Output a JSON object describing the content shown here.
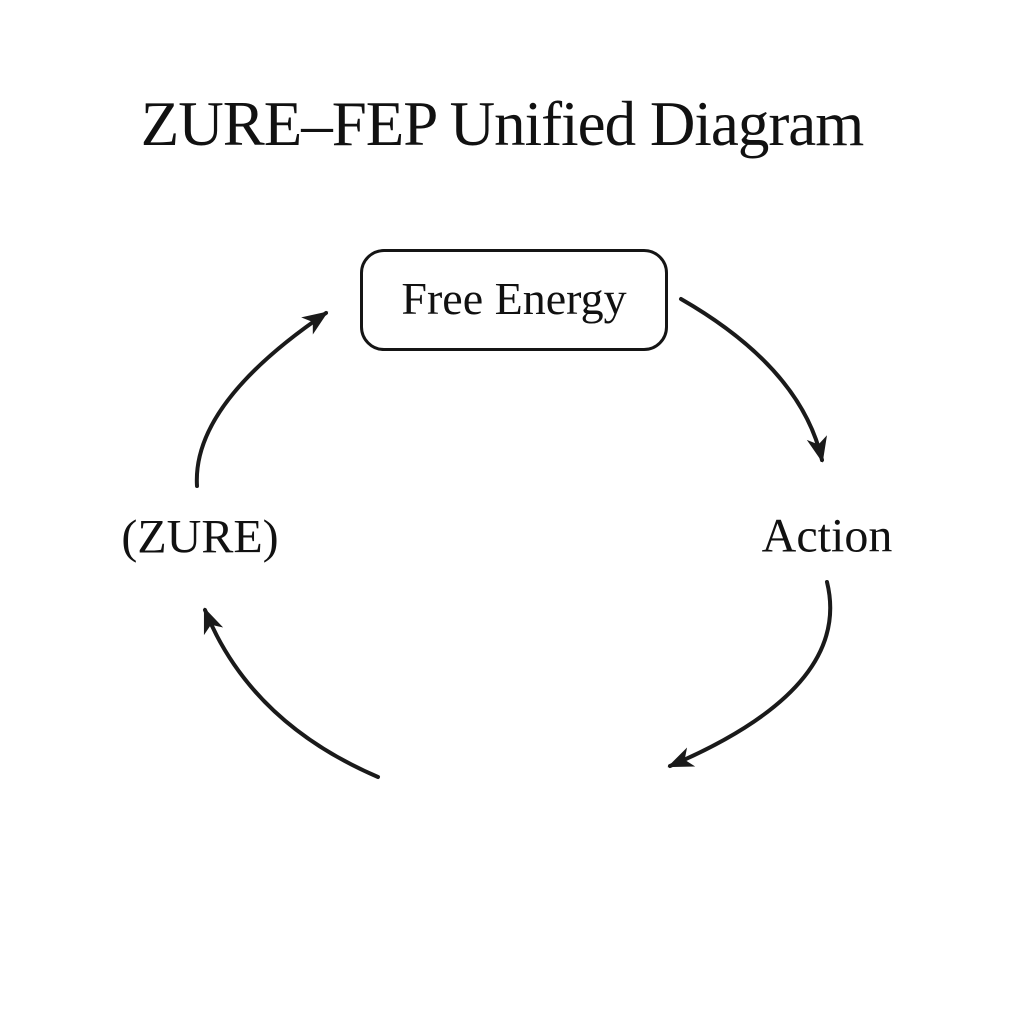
{
  "title": "ZURE–FEP Unified Diagram",
  "nodes": {
    "free_energy": {
      "label": "Free Energy"
    },
    "zure": {
      "label": "(ZURE)"
    },
    "action": {
      "label": "Action"
    }
  },
  "arrows": [
    {
      "name": "free-energy-to-action",
      "from": "Free Energy",
      "to": "Action"
    },
    {
      "name": "action-to-bottom",
      "from": "Action",
      "to": "bottom of cycle"
    },
    {
      "name": "bottom-to-zure",
      "from": "bottom of cycle",
      "to": "(ZURE)"
    },
    {
      "name": "zure-to-free-energy",
      "from": "(ZURE)",
      "to": "Free Energy"
    }
  ],
  "colors": {
    "ink": "#1a1a1a",
    "background": "#ffffff"
  }
}
